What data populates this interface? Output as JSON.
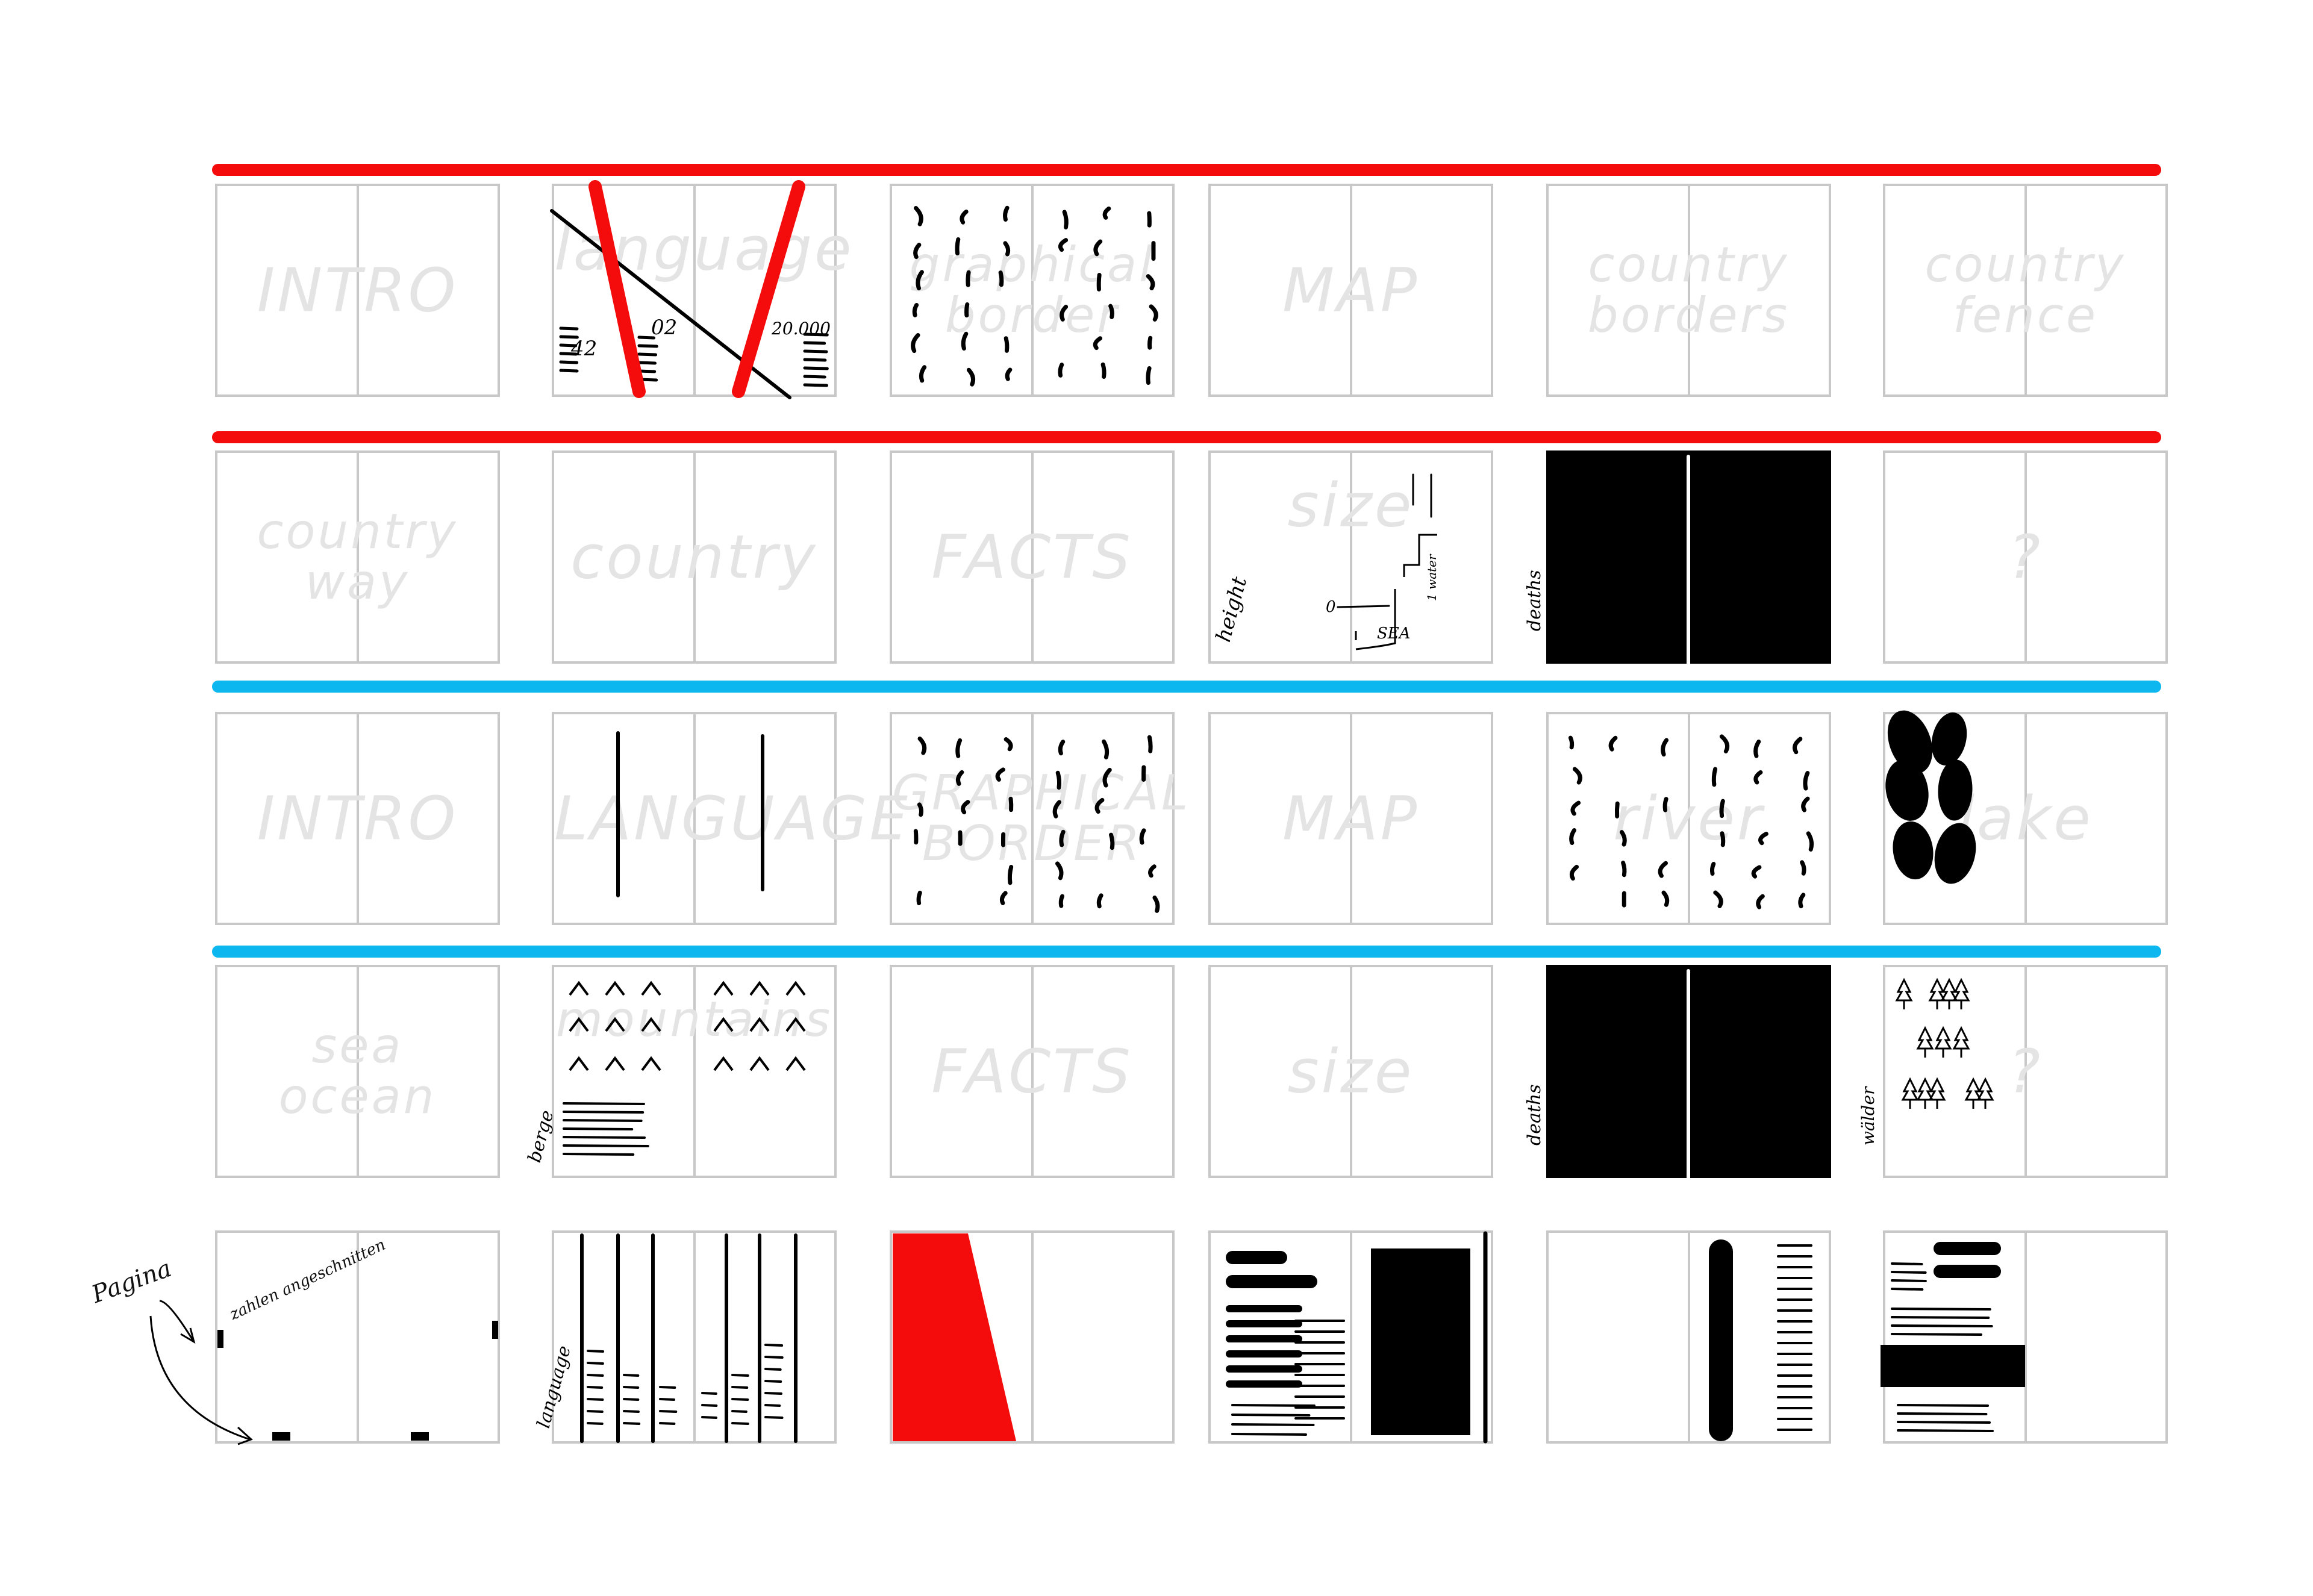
{
  "colors": {
    "red": "#f40c0c",
    "blue": "#0bb7ee",
    "panel_border": "#c8c8c8",
    "ghost": "#e4e4e4",
    "ink": "#000000"
  },
  "rules": [
    {
      "color": "red"
    },
    {
      "color": "red"
    },
    {
      "color": "blue"
    },
    {
      "color": "blue"
    }
  ],
  "rows": [
    {
      "panels": [
        {
          "label": "INTRO",
          "kind": "empty"
        },
        {
          "label": "language",
          "kind": "language-crossed",
          "numbers": [
            "42",
            "02",
            "20.000"
          ]
        },
        {
          "label": "graphical\nborder",
          "kind": "squiggles"
        },
        {
          "label": "MAP",
          "kind": "empty"
        },
        {
          "label": "country\nborders",
          "kind": "empty"
        },
        {
          "label": "country\nfence",
          "kind": "empty"
        }
      ]
    },
    {
      "panels": [
        {
          "label": "country\nway",
          "kind": "empty"
        },
        {
          "label": "country",
          "kind": "empty"
        },
        {
          "label": "FACTS",
          "kind": "empty"
        },
        {
          "label": "size",
          "kind": "size-chart",
          "notes": [
            "height",
            "SEA",
            "0",
            "1 water"
          ]
        },
        {
          "label": "",
          "kind": "black",
          "notes": [
            "deaths"
          ]
        },
        {
          "label": "?",
          "kind": "empty"
        }
      ]
    },
    {
      "panels": [
        {
          "label": "INTRO",
          "kind": "empty"
        },
        {
          "label": "LANGUAGE",
          "kind": "two-lines"
        },
        {
          "label": "GRAPHICAL\nBORDER",
          "kind": "squiggles"
        },
        {
          "label": "MAP",
          "kind": "empty"
        },
        {
          "label": "river",
          "kind": "squiggles"
        },
        {
          "label": "lake",
          "kind": "blobs"
        }
      ]
    },
    {
      "panels": [
        {
          "label": "sea\nocean",
          "kind": "empty"
        },
        {
          "label": "mountains",
          "kind": "mountains",
          "notes": [
            "berge"
          ]
        },
        {
          "label": "FACTS",
          "kind": "empty"
        },
        {
          "label": "size",
          "kind": "empty"
        },
        {
          "label": "",
          "kind": "black",
          "notes": [
            "deaths"
          ]
        },
        {
          "label": "?",
          "kind": "trees",
          "notes": [
            "wälder"
          ]
        }
      ]
    },
    {
      "panels": [
        {
          "label": "",
          "kind": "pagina"
        },
        {
          "label": "",
          "kind": "lang-bars",
          "notes": [
            "language"
          ]
        },
        {
          "label": "",
          "kind": "red-trap"
        },
        {
          "label": "",
          "kind": "layout-a"
        },
        {
          "label": "",
          "kind": "layout-b"
        },
        {
          "label": "",
          "kind": "layout-c"
        }
      ]
    }
  ],
  "annotations": {
    "pagina": "Pagina",
    "zahlen": "zahlen angeschnitten"
  }
}
